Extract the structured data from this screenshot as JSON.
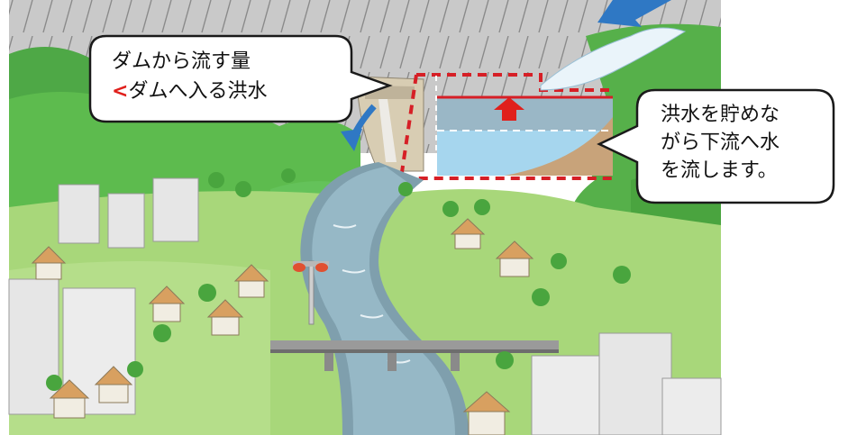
{
  "illustration": {
    "icons": [
      "rain",
      "inflow-arrow",
      "outflow-arrow",
      "rise-arrow",
      "dam",
      "reservoir",
      "river",
      "bridge",
      "buildings",
      "houses",
      "trees",
      "warning-siren"
    ],
    "colors": {
      "rain": "#9a9a9a",
      "forest": "#55b34a",
      "river": "#8fb3c3",
      "reservoir": "#a9d3e8",
      "flood_line": "#d61f26",
      "frame_dash": "#d61f26",
      "arrow_blue": "#2f78c4",
      "rise_arrow": "#e0201c"
    }
  },
  "callouts": {
    "left": {
      "line1": "ダムから流す量",
      "mark": "<",
      "line2": "ダムへ入る洪水"
    },
    "right": {
      "line1": "洪水を貯めな",
      "line2": "がら下流へ水",
      "line3": "を流します。"
    }
  }
}
